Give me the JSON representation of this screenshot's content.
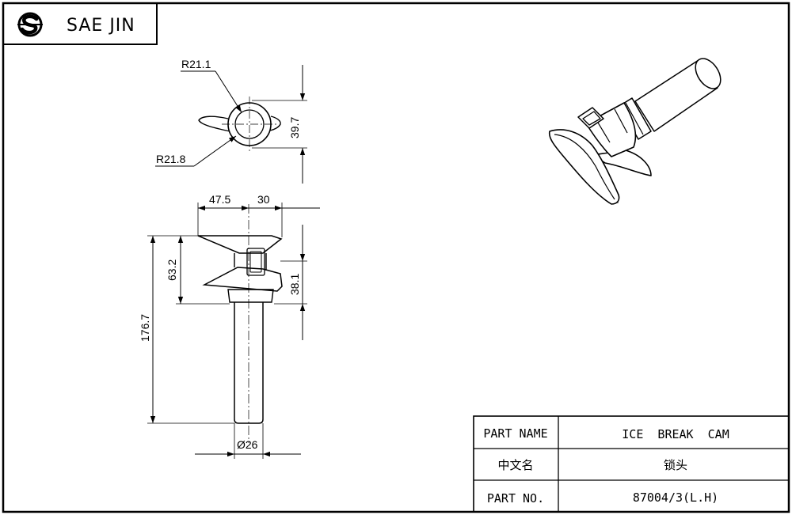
{
  "header": {
    "company": "SAE JIN",
    "logo_icon": "sae-jin-logo-icon"
  },
  "dimensions": {
    "top_view": {
      "radius_upper": "R21.1",
      "radius_lower": "R21.8",
      "height": "39.7"
    },
    "front_view": {
      "left_width": "47.5",
      "right_width": "30",
      "cam_height": "63.2",
      "lower_height": "38.1",
      "total_length": "176.7",
      "shaft_diameter": "Ø26"
    }
  },
  "title_block": {
    "rows": [
      {
        "label": "PART NAME",
        "value": "ICE  BREAK  CAM"
      },
      {
        "label": "中文名",
        "value": "锁头"
      },
      {
        "label": "PART NO.",
        "value": "87004/3(L.H)"
      }
    ]
  }
}
